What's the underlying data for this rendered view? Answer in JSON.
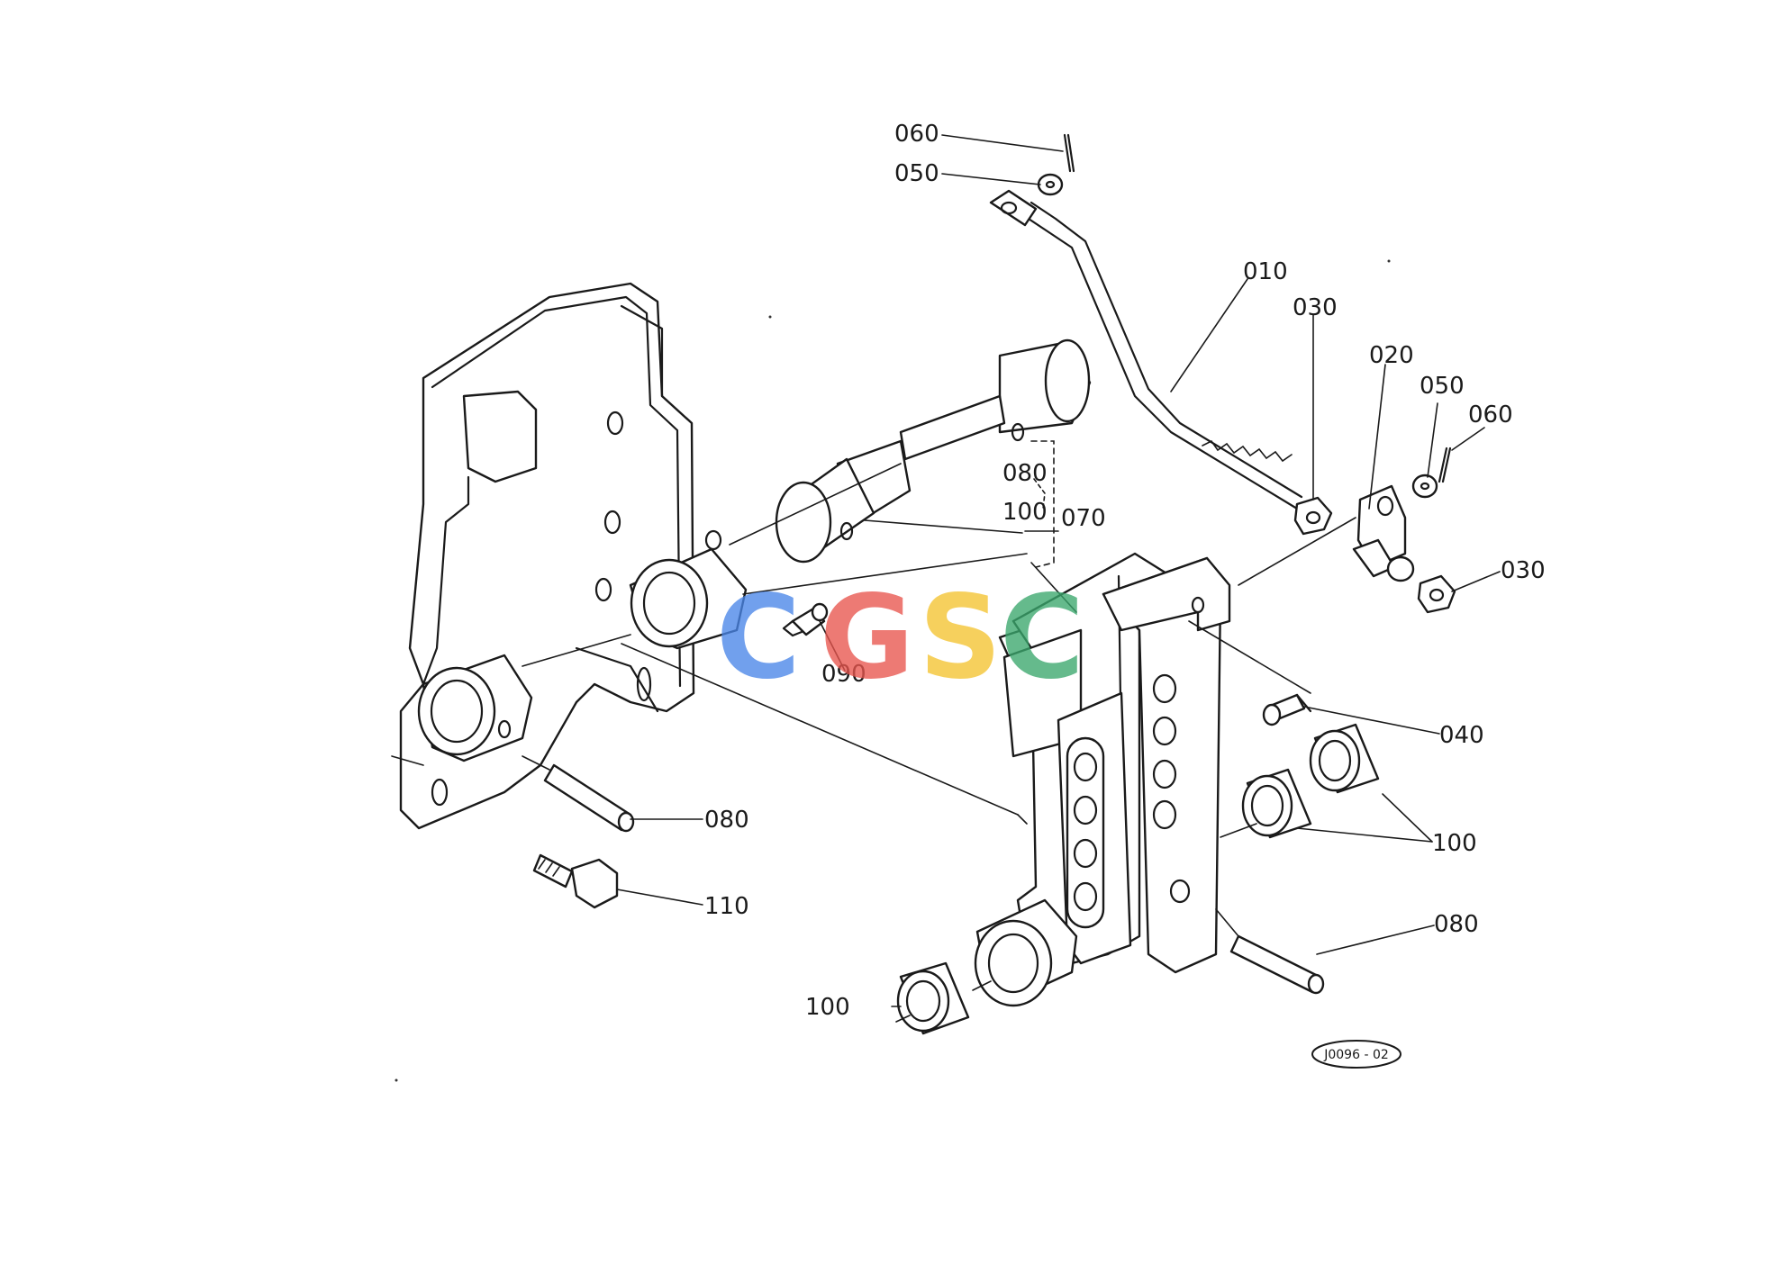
{
  "diagram": {
    "callouts": {
      "c010": "010",
      "c020": "020",
      "c030a": "030",
      "c030b": "030",
      "c040": "040",
      "c050a": "050",
      "c050b": "050",
      "c060a": "060",
      "c060b": "060",
      "c070": "070",
      "c080a": "080",
      "c080b": "080",
      "c080c": "080",
      "c090": "090",
      "c100a": "100",
      "c100b": "100",
      "c100c": "100",
      "c110": "110"
    },
    "drawing_code": "J0096 - 02"
  },
  "watermark": {
    "letters": [
      "C",
      "G",
      "S",
      "C"
    ],
    "colors": [
      "#4a86e8",
      "#e8554e",
      "#f4c430",
      "#3aa76d"
    ]
  }
}
